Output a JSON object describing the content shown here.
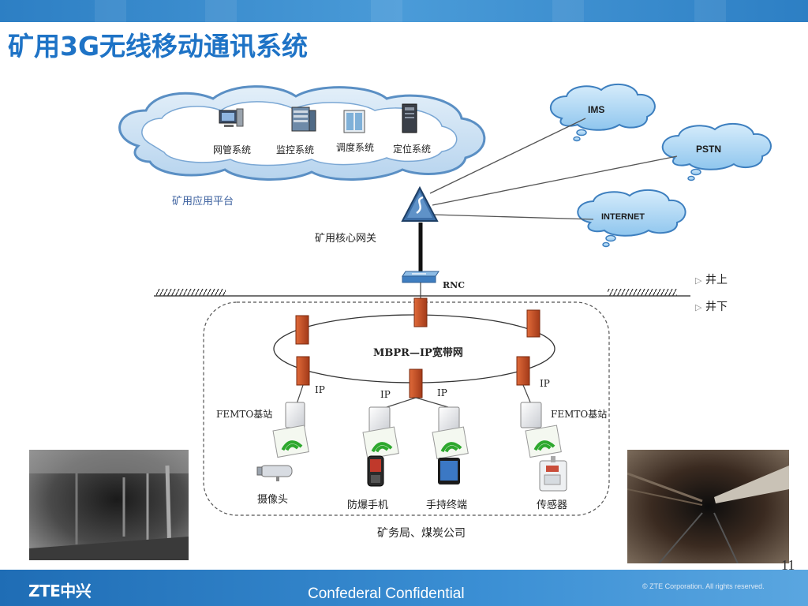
{
  "title": "矿用3G无线移动通讯系统",
  "platform": {
    "label": "矿用应用平台",
    "systems": [
      "网管系统",
      "监控系统",
      "调度系统",
      "定位系统"
    ]
  },
  "clouds": [
    "IMS",
    "PSTN",
    "INTERNET"
  ],
  "core_gateway": "矿用核心网关",
  "rnc": "RNC",
  "surface": {
    "above": "井上",
    "below": "井下"
  },
  "ring_label": "MBPR—IP宽带网",
  "ip_label": "IP",
  "femto_label": "FEMTO基站",
  "devices": [
    "摄像头",
    "防爆手机",
    "手持终端",
    "传感器"
  ],
  "zone_label": "矿务局、煤炭公司",
  "footer": {
    "logo": "ZTE中兴",
    "confidential": "Confederal Confidential",
    "copyright": "© ZTE Corporation. All rights reserved.",
    "page": "11"
  },
  "colors": {
    "title": "#1e73c6",
    "cloud": "#9fd0f2",
    "router": "#c0502a",
    "wifi": "#2ea82e"
  },
  "icons": [
    "computer-icon",
    "server-rack-icon",
    "server-cabinet-icon",
    "tower-server-icon",
    "gateway-router-icon",
    "rnc-switch-icon",
    "firewall-icon",
    "femto-base-station-icon",
    "wifi-signal-icon",
    "camera-icon",
    "phone-icon",
    "tablet-icon",
    "sensor-icon"
  ]
}
